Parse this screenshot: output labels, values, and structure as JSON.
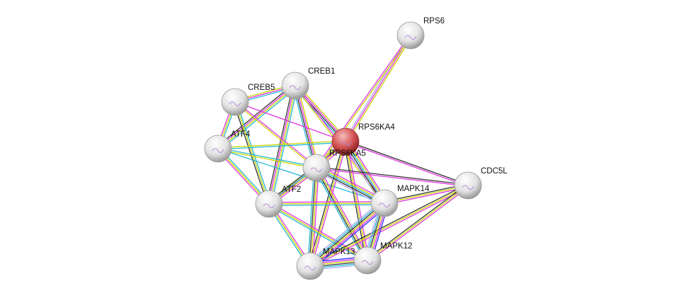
{
  "colors": {
    "textmining": "#c8d400",
    "coexpression": "#333333",
    "experiments": "#e033e0",
    "databases": "#22b8d0",
    "cooccurrence": "#2e2eff",
    "homology": "#a8a8ee",
    "query_node": "#d04848",
    "node": "#e8e8e8"
  },
  "nodes": [
    {
      "id": "RPS6",
      "label": "RPS6"
    },
    {
      "id": "CREB1",
      "label": "CREB1"
    },
    {
      "id": "CREB5",
      "label": "CREB5"
    },
    {
      "id": "RPS6KA4",
      "label": "RPS6KA4",
      "query": true
    },
    {
      "id": "ATF4",
      "label": "ATF4"
    },
    {
      "id": "RPS6KA5",
      "label": "RPS6KA5"
    },
    {
      "id": "CDC5L",
      "label": "CDC5L"
    },
    {
      "id": "ATF2",
      "label": "ATF2"
    },
    {
      "id": "MAPK14",
      "label": "MAPK14"
    },
    {
      "id": "MAPK13",
      "label": "MAPK13"
    },
    {
      "id": "MAPK12",
      "label": "MAPK12"
    }
  ],
  "edges": [
    [
      "RPS6",
      "RPS6KA4",
      [
        "textmining",
        "experiments",
        "homology"
      ]
    ],
    [
      "RPS6",
      "RPS6KA5",
      [
        "textmining",
        "experiments"
      ]
    ],
    [
      "CREB1",
      "RPS6KA4",
      [
        "textmining",
        "experiments",
        "coexpression",
        "databases"
      ]
    ],
    [
      "CREB1",
      "RPS6KA5",
      [
        "textmining",
        "experiments",
        "coexpression",
        "databases"
      ]
    ],
    [
      "CREB1",
      "CREB5",
      [
        "databases",
        "experiments",
        "textmining"
      ]
    ],
    [
      "CREB1",
      "ATF4",
      [
        "databases",
        "textmining",
        "experiments",
        "coexpression"
      ]
    ],
    [
      "CREB1",
      "ATF2",
      [
        "databases",
        "textmining",
        "experiments",
        "coexpression"
      ]
    ],
    [
      "CREB1",
      "MAPK14",
      [
        "experiments",
        "textmining"
      ]
    ],
    [
      "CREB5",
      "RPS6KA4",
      [
        "experiments"
      ]
    ],
    [
      "CREB5",
      "ATF4",
      [
        "databases",
        "textmining",
        "experiments"
      ]
    ],
    [
      "CREB5",
      "ATF2",
      [
        "databases",
        "textmining",
        "coexpression"
      ]
    ],
    [
      "CREB5",
      "RPS6KA5",
      [
        "experiments",
        "textmining"
      ]
    ],
    [
      "ATF4",
      "RPS6KA4",
      [
        "textmining",
        "databases"
      ]
    ],
    [
      "ATF4",
      "ATF2",
      [
        "databases",
        "textmining",
        "experiments"
      ]
    ],
    [
      "ATF4",
      "RPS6KA5",
      [
        "databases",
        "textmining"
      ]
    ],
    [
      "ATF4",
      "MAPK14",
      [
        "databases"
      ]
    ],
    [
      "RPS6KA4",
      "RPS6KA5",
      [
        "experiments",
        "textmining",
        "coexpression",
        "homology"
      ]
    ],
    [
      "RPS6KA4",
      "CDC5L",
      [
        "coexpression",
        "experiments"
      ]
    ],
    [
      "RPS6KA4",
      "MAPK14",
      [
        "experiments",
        "textmining",
        "databases",
        "coexpression",
        "homology"
      ]
    ],
    [
      "RPS6KA4",
      "MAPK13",
      [
        "experiments",
        "textmining",
        "coexpression"
      ]
    ],
    [
      "RPS6KA4",
      "MAPK12",
      [
        "experiments",
        "textmining",
        "coexpression"
      ]
    ],
    [
      "RPS6KA4",
      "ATF2",
      [
        "experiments",
        "textmining"
      ]
    ],
    [
      "RPS6KA5",
      "CDC5L",
      [
        "coexpression",
        "experiments"
      ]
    ],
    [
      "RPS6KA5",
      "MAPK14",
      [
        "experiments",
        "textmining",
        "databases",
        "coexpression",
        "homology"
      ]
    ],
    [
      "RPS6KA5",
      "MAPK13",
      [
        "experiments",
        "textmining",
        "coexpression",
        "databases"
      ]
    ],
    [
      "RPS6KA5",
      "MAPK12",
      [
        "experiments",
        "textmining",
        "coexpression",
        "databases"
      ]
    ],
    [
      "RPS6KA5",
      "ATF2",
      [
        "experiments",
        "textmining",
        "databases",
        "coexpression"
      ]
    ],
    [
      "ATF2",
      "MAPK14",
      [
        "experiments",
        "textmining",
        "databases"
      ]
    ],
    [
      "ATF2",
      "MAPK13",
      [
        "experiments",
        "textmining",
        "databases"
      ]
    ],
    [
      "ATF2",
      "MAPK12",
      [
        "experiments",
        "textmining",
        "databases"
      ]
    ],
    [
      "CDC5L",
      "MAPK14",
      [
        "experiments",
        "textmining",
        "coexpression"
      ]
    ],
    [
      "CDC5L",
      "MAPK13",
      [
        "experiments",
        "textmining",
        "coexpression"
      ]
    ],
    [
      "CDC5L",
      "MAPK12",
      [
        "experiments",
        "textmining",
        "coexpression"
      ]
    ],
    [
      "MAPK14",
      "MAPK13",
      [
        "cooccurrence",
        "experiments",
        "textmining",
        "coexpression",
        "databases",
        "homology"
      ]
    ],
    [
      "MAPK14",
      "MAPK12",
      [
        "cooccurrence",
        "experiments",
        "textmining",
        "coexpression",
        "databases",
        "homology"
      ]
    ],
    [
      "MAPK13",
      "MAPK12",
      [
        "cooccurrence",
        "experiments",
        "textmining",
        "coexpression",
        "databases",
        "homology"
      ]
    ]
  ]
}
